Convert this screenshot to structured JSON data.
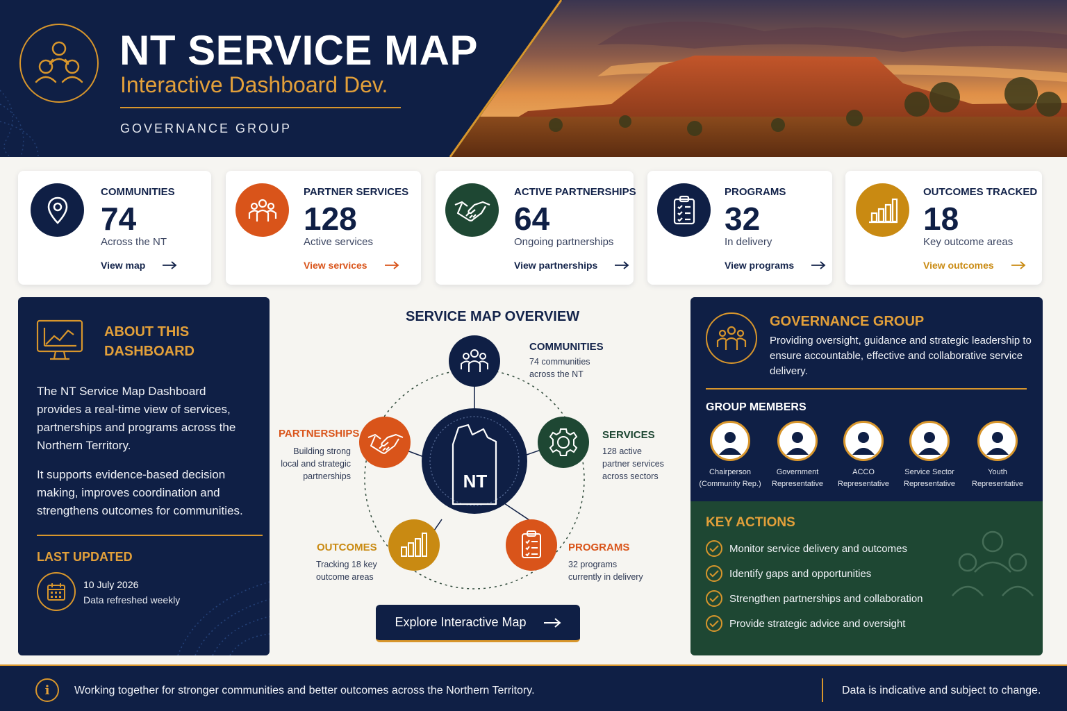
{
  "colors": {
    "navy": "#0f1f45",
    "gold": "#d8962c",
    "orange": "#d9541a",
    "green": "#1e4733",
    "amber": "#c98a12"
  },
  "header": {
    "title": "NT SERVICE MAP",
    "subtitle": "Interactive Dashboard Dev.",
    "group": "GOVERNANCE GROUP",
    "logo_icon": "people-network-icon"
  },
  "stats": [
    {
      "label": "COMMUNITIES",
      "value": "74",
      "desc": "Across the NT",
      "link": "View map",
      "icon": "location-pin-icon",
      "color": "#0f1f45",
      "link_color": "#13234a"
    },
    {
      "label": "PARTNER SERVICES",
      "value": "128",
      "desc": "Active services",
      "link": "View services",
      "icon": "people-group-icon",
      "color": "#d9541a",
      "link_color": "#d9541a"
    },
    {
      "label": "ACTIVE PARTNERSHIPS",
      "value": "64",
      "desc": "Ongoing partnerships",
      "link": "View partnerships",
      "icon": "handshake-icon",
      "color": "#1e4733",
      "link_color": "#13234a"
    },
    {
      "label": "PROGRAMS",
      "value": "32",
      "desc": "In delivery",
      "link": "View programs",
      "icon": "clipboard-icon",
      "color": "#0f1f45",
      "link_color": "#13234a"
    },
    {
      "label": "OUTCOMES TRACKED",
      "value": "18",
      "desc": "Key outcome areas",
      "link": "View outcomes",
      "icon": "bar-chart-icon",
      "color": "#c98a12",
      "link_color": "#c98a12"
    }
  ],
  "about": {
    "heading_line1": "ABOUT THIS",
    "heading_line2": "DASHBOARD",
    "para1": "The NT Service Map Dashboard provides a real-time view of services, partnerships and programs across the Northern Territory.",
    "para2": "It supports evidence-based decision making, improves coordination and strengthens outcomes for communities.",
    "last_updated_label": "LAST UPDATED",
    "date": "10 July 2026",
    "refresh": "Data refreshed weekly"
  },
  "map": {
    "title": "SERVICE MAP OVERVIEW",
    "center": "NT",
    "communities": {
      "label": "COMMUNITIES",
      "line1": "74 communities",
      "line2": "across the NT"
    },
    "services": {
      "label": "SERVICES",
      "line1": "128 active",
      "line2": "partner services",
      "line3": "across sectors"
    },
    "programs": {
      "label": "PROGRAMS",
      "line1": "32 programs",
      "line2": "currently in delivery"
    },
    "outcomes": {
      "label": "OUTCOMES",
      "line1": "Tracking 18 key",
      "line2": "outcome areas"
    },
    "partnerships": {
      "label": "PARTNERSHIPS",
      "line1": "Building strong",
      "line2": "local and strategic",
      "line3": "partnerships"
    },
    "button": "Explore Interactive Map"
  },
  "governance": {
    "heading": "GOVERNANCE GROUP",
    "desc": "Providing oversight, guidance and strategic leadership to ensure accountable, effective and collaborative service delivery.",
    "members_label": "GROUP MEMBERS",
    "members": [
      {
        "line1": "Chairperson",
        "line2": "(Community Rep.)"
      },
      {
        "line1": "Government",
        "line2": "Representative"
      },
      {
        "line1": "ACCO",
        "line2": "Representative"
      },
      {
        "line1": "Service Sector",
        "line2": "Representative"
      },
      {
        "line1": "Youth",
        "line2": "Representative"
      }
    ]
  },
  "actions": {
    "heading": "KEY ACTIONS",
    "items": [
      "Monitor service delivery and outcomes",
      "Identify gaps and opportunities",
      "Strengthen partnerships and collaboration",
      "Provide strategic advice and oversight"
    ]
  },
  "footer": {
    "info_icon": "i",
    "message": "Working together for stronger communities and better outcomes across the Northern Territory.",
    "note": "Data is indicative and subject to change."
  }
}
